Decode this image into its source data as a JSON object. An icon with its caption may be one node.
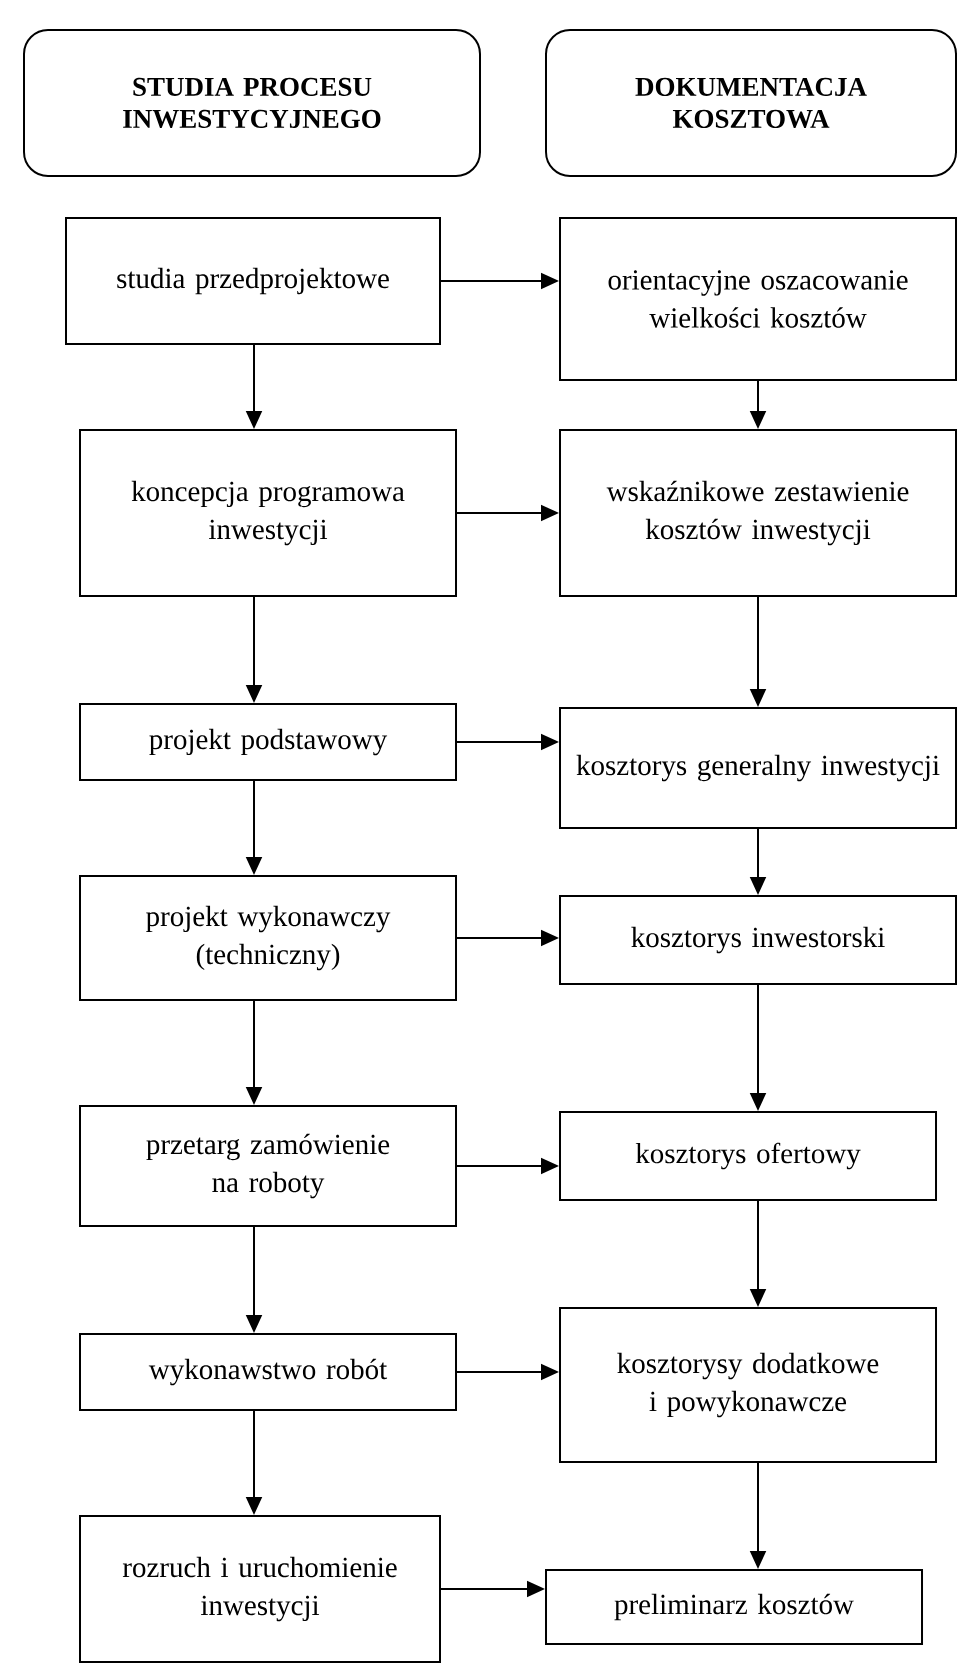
{
  "diagram": {
    "nodes": [
      {
        "text": [
          "STUDIA PROCESU INWESTYCYJNEGO"
        ]
      },
      {
        "text": [
          "DOKUMENTACJA KOSZTOWA"
        ]
      },
      {
        "text": [
          "studia przedprojektowe"
        ]
      },
      {
        "text": [
          "orientacyjne oszacowanie wielkości kosztów"
        ]
      },
      {
        "text": [
          "koncepcja programowa inwestycji"
        ]
      },
      {
        "text": [
          "wskaźnikowe zestawienie kosztów inwestycji"
        ]
      },
      {
        "text": [
          "projekt podstawowy"
        ]
      },
      {
        "text": [
          "kosztorys generalny inwestycji"
        ]
      },
      {
        "text": [
          "projekt wykonawczy (techniczny)"
        ]
      },
      {
        "text": [
          "kosztorys inwestorski"
        ]
      },
      {
        "text": [
          "przetarg zamówienie na roboty"
        ]
      },
      {
        "text": [
          "kosztorys ofertowy"
        ]
      },
      {
        "text": [
          "wykonawstwo robót"
        ]
      },
      {
        "text": [
          "kosztorysy dodatkowe i powykonawcze"
        ]
      },
      {
        "text": [
          "rozruch i uruchomienie inwestycji"
        ]
      },
      {
        "text": [
          "preliminarz kosztów"
        ]
      }
    ],
    "edges": [
      {
        "from": 2,
        "to": 3,
        "arrow": "to"
      },
      {
        "from": 2,
        "to": 4,
        "arrow": "to"
      },
      {
        "from": 3,
        "to": 5,
        "arrow": "to"
      },
      {
        "from": 4,
        "to": 5,
        "arrow": "to"
      },
      {
        "from": 4,
        "to": 6,
        "arrow": "to"
      },
      {
        "from": 5,
        "to": 7,
        "arrow": "to"
      },
      {
        "from": 6,
        "to": 7,
        "arrow": "to"
      },
      {
        "from": 6,
        "to": 8,
        "arrow": "to"
      },
      {
        "from": 7,
        "to": 9,
        "arrow": "to"
      },
      {
        "from": 8,
        "to": 9,
        "arrow": "to"
      },
      {
        "from": 8,
        "to": 10,
        "arrow": "to"
      },
      {
        "from": 9,
        "to": 11,
        "arrow": "to"
      },
      {
        "from": 10,
        "to": 11,
        "arrow": "to"
      },
      {
        "from": 10,
        "to": 12,
        "arrow": "to"
      },
      {
        "from": 11,
        "to": 13,
        "arrow": "to"
      },
      {
        "from": 12,
        "to": 13,
        "arrow": "to"
      },
      {
        "from": 12,
        "to": 14,
        "arrow": "to"
      },
      {
        "from": 13,
        "to": 15,
        "arrow": "to"
      },
      {
        "from": 14,
        "to": 15,
        "arrow": "to"
      }
    ]
  }
}
